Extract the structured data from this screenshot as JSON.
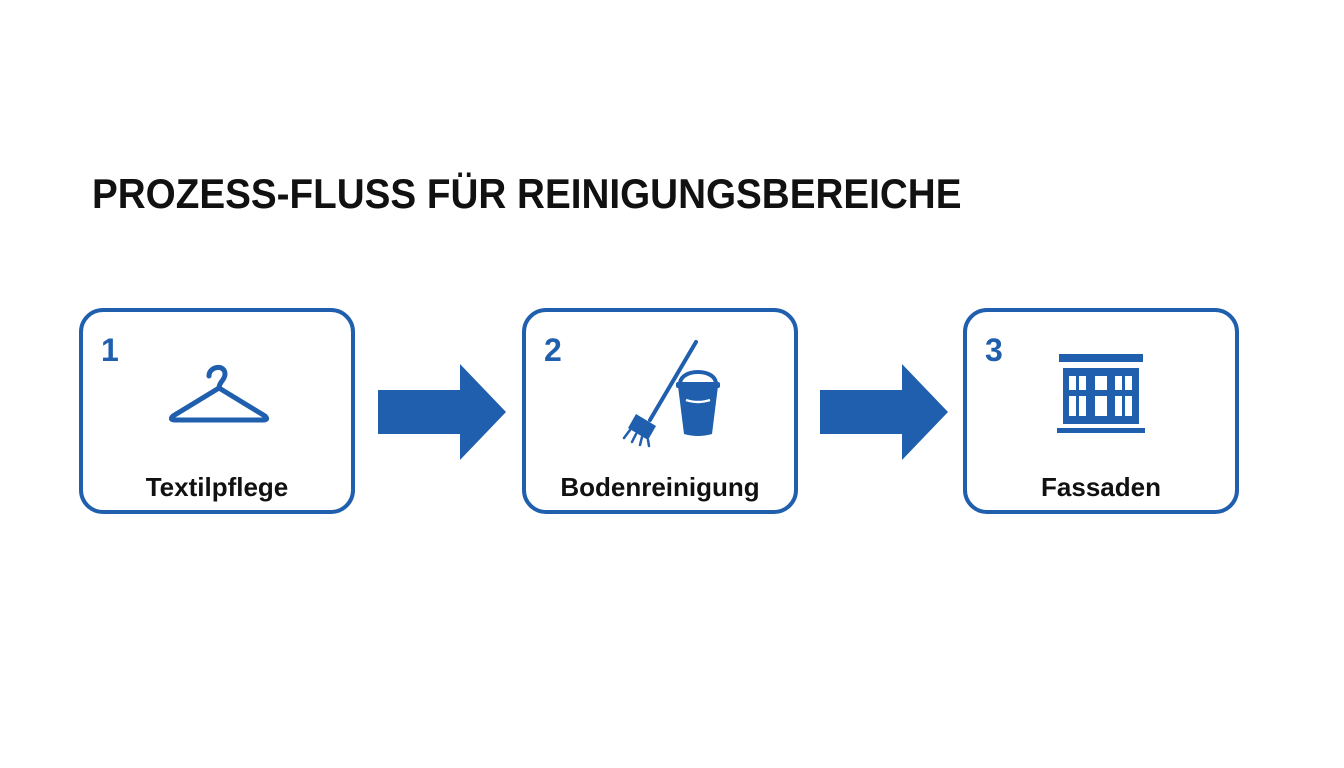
{
  "diagram": {
    "title": "PROZESS-FLUSS FÜR REINIGUNGSBEREICHE",
    "accent_color": "#1f5fad",
    "steps": [
      {
        "number": "1",
        "label": "Textilpflege",
        "icon": "hanger-icon"
      },
      {
        "number": "2",
        "label": "Bodenreinigung",
        "icon": "broom-bucket-icon"
      },
      {
        "number": "3",
        "label": "Fassaden",
        "icon": "building-icon"
      }
    ],
    "connectors": [
      {
        "from": "1",
        "to": "2"
      },
      {
        "from": "2",
        "to": "3"
      }
    ]
  }
}
